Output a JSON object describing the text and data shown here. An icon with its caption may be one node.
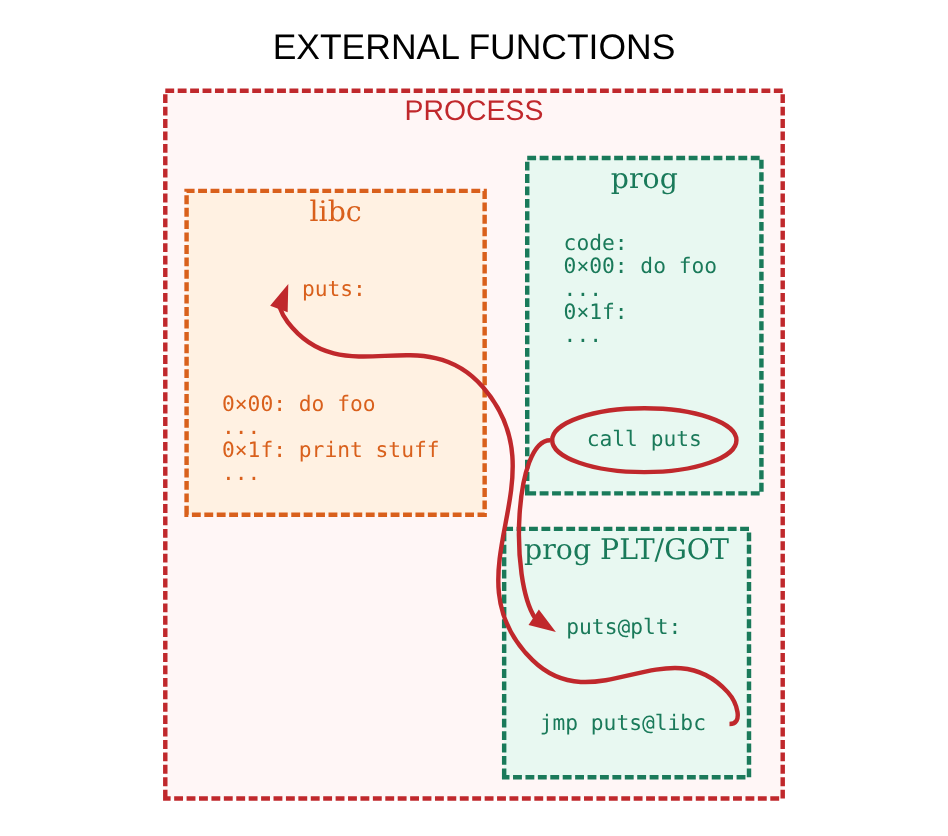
{
  "diagram": {
    "title": "EXTERNAL FUNCTIONS",
    "nodes": [
      {
        "text": [
          "PROCESS"
        ]
      },
      {
        "text": [
          "prog"
        ],
        "in": 0
      },
      {
        "text": [
          "code:",
          "0×00: do foo",
          "...",
          "0×1f:",
          "..."
        ],
        "in": 1
      },
      {
        "text": [
          "call puts"
        ],
        "in": 1
      },
      {
        "text": [
          "prog PLT/GOT"
        ],
        "in": 0
      },
      {
        "text": [
          "puts@plt:"
        ],
        "in": 4
      },
      {
        "text": [
          "jmp puts@libc"
        ],
        "in": 4
      },
      {
        "text": [
          "libc"
        ],
        "in": 0
      },
      {
        "text": [
          "puts:"
        ],
        "in": 7
      },
      {
        "text": [
          "0×00: do foo",
          "...",
          "0×1f: print stuff",
          "..."
        ],
        "in": 7
      }
    ],
    "edges": [
      {
        "from": 3,
        "to": 5,
        "arrow": "to"
      },
      {
        "from": 6,
        "to": 8,
        "arrow": "to"
      }
    ]
  }
}
